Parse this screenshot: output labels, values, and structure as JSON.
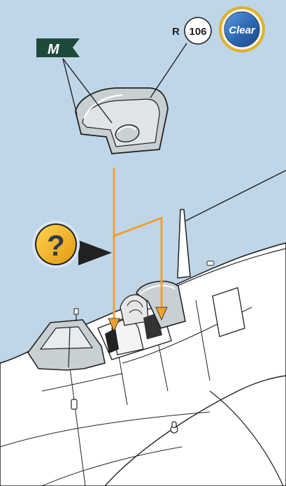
{
  "part": {
    "prefix": "R",
    "number": "106",
    "material_badge": "Clear"
  },
  "paint_flag": {
    "letter": "M"
  },
  "help_badge": {
    "symbol": "?"
  },
  "colors": {
    "background": "#bfd6e9",
    "arrow": "#f0a030",
    "flag": "#1e4a3a",
    "badge_ring": "#e0b02a",
    "badge_fill": "#2c66b0",
    "help": "#f2b51f",
    "canopy_grey": "#c9d0d4"
  },
  "icons": [
    "paint-flag-icon",
    "help-question-icon",
    "clear-part-badge-icon",
    "assembly-arrow-icon"
  ]
}
